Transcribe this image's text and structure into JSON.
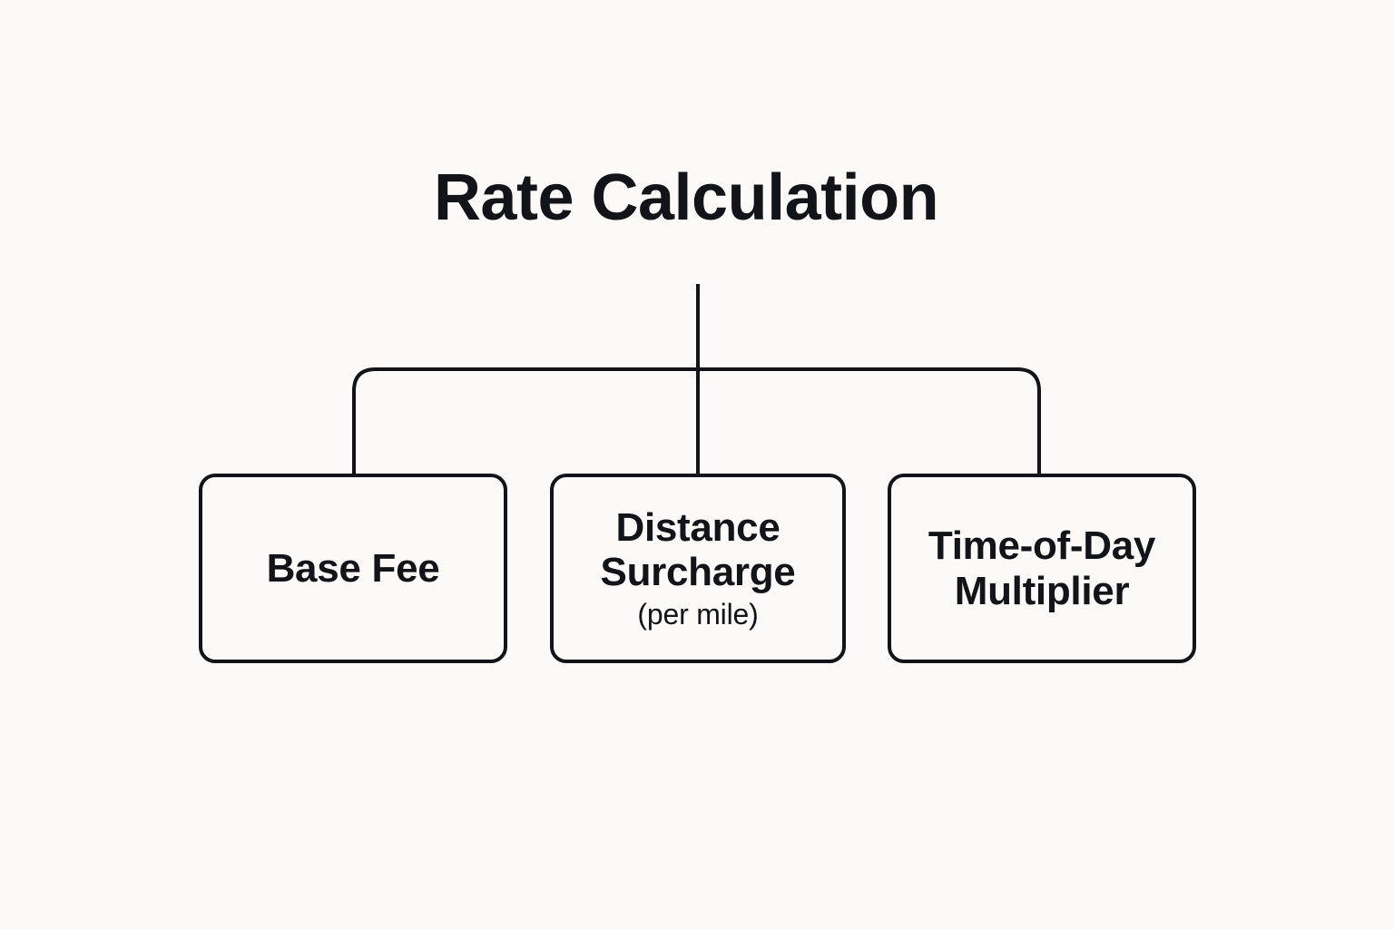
{
  "diagram": {
    "type": "hierarchy-tree",
    "background_color": "#FBFAF9",
    "line_color": "#121417",
    "text_color": "#121417",
    "title": "Rate Calculation",
    "nodes": [
      {
        "id": "base-fee",
        "label": "Base Fee",
        "subtitle": ""
      },
      {
        "id": "distance-surcharge",
        "label": "Distance\nSurcharge",
        "subtitle": "(per mile)"
      },
      {
        "id": "time-of-day",
        "label": "Time-of-Day\nMultiplier",
        "subtitle": ""
      }
    ]
  }
}
